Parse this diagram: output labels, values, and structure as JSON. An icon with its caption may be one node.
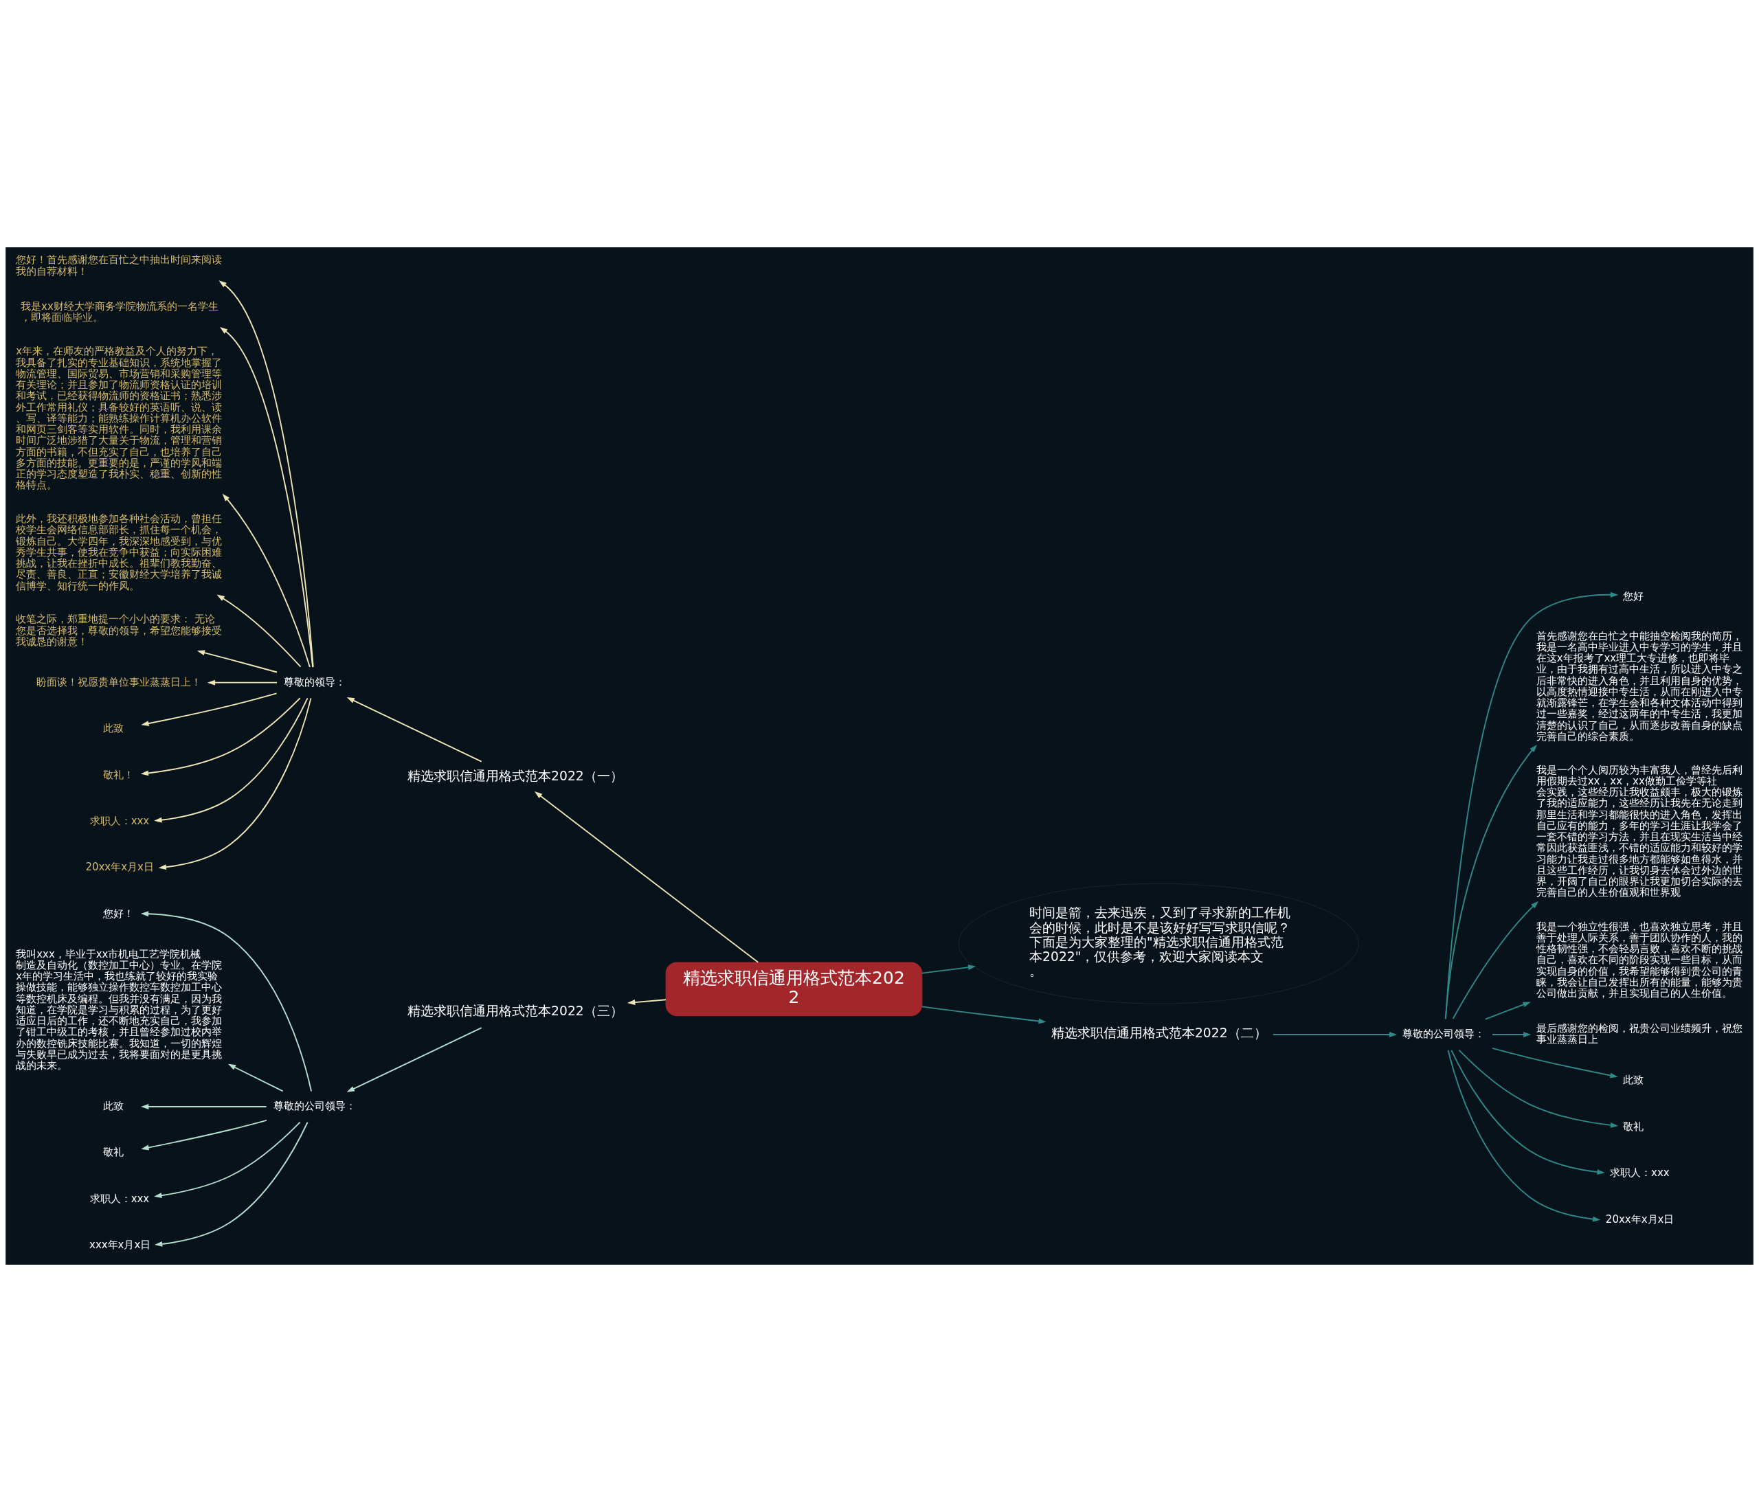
{
  "diagram": {
    "nodes": [
      {
        "text": [
          "精选求职信通用格式范本2022"
        ]
      },
      {
        "text": [
          "精选求职信通用格式范本2022（一）"
        ]
      },
      {
        "text": [
          "尊敬的领导："
        ]
      },
      {
        "text": [
          "您好！首先感谢您在百忙之中抽出时间来阅读我的自荐材料！"
        ]
      },
      {
        "text": [
          "我是xx财经大学商务学院物流系的一名学生，即将面临毕业。"
        ]
      },
      {
        "text": [
          "x年来，在师友的严格教益及个人的努力下，我具备了扎实的专业基础知识，系统地掌握了物流管理、国际贸易、市场营销和采购管理等有关理论；并且参加了物流师资格认证的培训和考试，已经获得物流师的资格证书；熟悉涉外工作常用礼仪；具备较好的英语听、说、读、写、译等能力；能熟练操作计算机办公软件和网页三剑客等实用软件。同时，我利用课余时间广泛地涉猎了大量关于物流，管理和营销方面的书籍，不但充实了自己，也培养了自己多方面的技能。更重要的是，严谨的学风和端正的学习态度塑造了我朴实、稳重、创新的性格特点。"
        ]
      },
      {
        "text": [
          "此外，我还积极地参加各种社会活动，曾担任校学生会网络信息部部长，抓住每一个机会，锻炼自己。大学四年，我深深地感受到，与优秀学生共事，使我在竞争中获益；向实际困难挑战，让我在挫折中成长。祖辈们教我勤奋、尽责、善良、正直；安徽财经大学培养了我诚信博学、知行统一的作风。"
        ]
      },
      {
        "text": [
          "收笔之际，郑重地提一个小小的要求： 无论您是否选择我，尊敬的领导，希望您能够接受我诚恳的谢意！"
        ]
      },
      {
        "text": [
          "盼面谈！祝愿贵单位事业蒸蒸日上！"
        ]
      },
      {
        "text": [
          "此致"
        ]
      },
      {
        "text": [
          "敬礼！"
        ]
      },
      {
        "text": [
          "求职人：xxx"
        ]
      },
      {
        "text": [
          "20xx年x月x日"
        ]
      },
      {
        "text": [
          "精选求职信通用格式范本2022（三）"
        ]
      },
      {
        "text": [
          "尊敬的公司领导："
        ]
      },
      {
        "text": [
          "您好！"
        ]
      },
      {
        "text": [
          "我叫xxx，毕业于xx市机电工艺学院机械制造及自动化（数控加工中心）专业。在学院x年的学习生活中，我也练就了较好的我实验操做技能，能够独立操作数控车数控加工中心等数控机床及编程。但我并没有满足，因为我知道，在学院是学习与积累的过程，为了更好适应日后的工作，还不断地充实自己，我参加了钳工中级工的考核，并且曾经参加过校内举办的数控铣床技能比赛。我知道，一切的辉煌与失败早已成为过去，我将要面对的是更具挑战的未来。"
        ]
      },
      {
        "text": [
          "此致"
        ]
      },
      {
        "text": [
          "敬礼"
        ]
      },
      {
        "text": [
          "求职人：xxx"
        ]
      },
      {
        "text": [
          "xxx年x月x日"
        ]
      },
      {
        "text": [
          "时间是箭，去来迅疾，又到了寻求新的工作机会的时候，此时是不是该好好写写求职信呢？下面是为大家整理的\"精选求职信通用格式范本2022\"，仅供参考，欢迎大家阅读本文。"
        ]
      },
      {
        "text": [
          "精选求职信通用格式范本2022（二）"
        ]
      },
      {
        "text": [
          "尊敬的公司领导："
        ]
      },
      {
        "text": [
          "您好"
        ]
      },
      {
        "text": [
          "首先感谢您在白忙之中能抽空检阅我的简历，我是一名高中毕业进入中专学习的学生，并且在这x年报考了xx理工大专进修，也即将毕业，由于我拥有过高中生活，所以进入中专之后非常快的进入角色，并且利用自身的优势，以高度热情迎接中专生活，从而在刚进入中专就渐露锋芒，在学生会和各种文体活动中得到过一些嘉奖，经过这两年的中专生活，我更加清楚的认识了自己，从而逐步改善自身的缺点完善自己的综合素质。"
        ]
      },
      {
        "text": [
          "我是一个个人阅历较为丰富我人，曾经先后利用假期去过xx，xx，xx做勤工俭学等社会实践，这些经历让我收益颇丰，极大的锻炼了我的适应能力，这些经历让我先在无论走到那里生活和学习都能很快的进入角色，发挥出自己应有的能力，多年的学习生涯让我学会了一套不错的学习方法，并且在现实生活当中经常因此获益匪浅，不错的适应能力和较好的学习能力让我走过很多地方都能够如鱼得水，并且这些工作经历，让我切身去体会过外边的世界，开阔了自己的眼界让我更加切合实际的去完善自己的人生价值观和世界观"
        ]
      },
      {
        "text": [
          "我是一个独立性很强，也喜欢独立思考，并且善于处理人际关系，善于团队协作的人，我的性格韧性强，不会轻易言败，喜欢不断的挑战自己，喜欢在不同的阶段实现一些目标，从而实现自身的价值，我希望能够得到贵公司的青睐，我会让自己发挥出所有的能量，能够为贵公司做出贡献，并且实现自己的人生价值。"
        ]
      },
      {
        "text": [
          "最后感谢您的检阅，祝贵公司业绩频升，祝您事业蒸蒸日上"
        ]
      },
      {
        "text": [
          "此致"
        ]
      },
      {
        "text": [
          "敬礼"
        ]
      },
      {
        "text": [
          "求职人：xxx"
        ]
      },
      {
        "text": [
          "20xx年x月x日"
        ]
      }
    ],
    "edges": [
      {
        "from": 0,
        "to": 1,
        "arrow": "to",
        "color": "#efe6b8"
      },
      {
        "from": 1,
        "to": 2,
        "arrow": "to",
        "color": "#efe6b8"
      },
      {
        "from": 2,
        "to": 3,
        "arrow": "to",
        "color": "#efe6b8"
      },
      {
        "from": 2,
        "to": 4,
        "arrow": "to",
        "color": "#efe6b8"
      },
      {
        "from": 2,
        "to": 5,
        "arrow": "to",
        "color": "#efe6b8"
      },
      {
        "from": 2,
        "to": 6,
        "arrow": "to",
        "color": "#efe6b8"
      },
      {
        "from": 2,
        "to": 7,
        "arrow": "to",
        "color": "#efe6b8"
      },
      {
        "from": 2,
        "to": 8,
        "arrow": "to",
        "color": "#efe6b8"
      },
      {
        "from": 2,
        "to": 9,
        "arrow": "to",
        "color": "#efe6b8"
      },
      {
        "from": 2,
        "to": 10,
        "arrow": "to",
        "color": "#efe6b8"
      },
      {
        "from": 2,
        "to": 11,
        "arrow": "to",
        "color": "#efe6b8"
      },
      {
        "from": 2,
        "to": 12,
        "arrow": "to",
        "color": "#efe6b8"
      },
      {
        "from": 0,
        "to": 13,
        "arrow": "to",
        "color": "#efe6b8"
      },
      {
        "from": 13,
        "to": 14,
        "arrow": "to",
        "color": "#b4e0d0"
      },
      {
        "from": 14,
        "to": 15,
        "arrow": "to",
        "color": "#b4e0d0"
      },
      {
        "from": 14,
        "to": 16,
        "arrow": "to",
        "color": "#b4e0d0"
      },
      {
        "from": 14,
        "to": 17,
        "arrow": "to",
        "color": "#b4e0d0"
      },
      {
        "from": 14,
        "to": 18,
        "arrow": "to",
        "color": "#b4e0d0"
      },
      {
        "from": 14,
        "to": 19,
        "arrow": "to",
        "color": "#b4e0d0"
      },
      {
        "from": 14,
        "to": 20,
        "arrow": "to",
        "color": "#b4e0d0"
      },
      {
        "from": 0,
        "to": 21,
        "arrow": "to",
        "color": "#2e8b8b"
      },
      {
        "from": 0,
        "to": 22,
        "arrow": "to",
        "color": "#2e8b8b"
      },
      {
        "from": 22,
        "to": 23,
        "arrow": "to",
        "color": "#2e8b8b"
      },
      {
        "from": 23,
        "to": 24,
        "arrow": "to",
        "color": "#2e8b8b"
      },
      {
        "from": 23,
        "to": 25,
        "arrow": "to",
        "color": "#2e8b8b"
      },
      {
        "from": 23,
        "to": 26,
        "arrow": "to",
        "color": "#2e8b8b"
      },
      {
        "from": 23,
        "to": 27,
        "arrow": "to",
        "color": "#2e8b8b"
      },
      {
        "from": 23,
        "to": 28,
        "arrow": "to",
        "color": "#2e8b8b"
      },
      {
        "from": 23,
        "to": 29,
        "arrow": "to",
        "color": "#2e8b8b"
      },
      {
        "from": 23,
        "to": 30,
        "arrow": "to",
        "color": "#2e8b8b"
      },
      {
        "from": 23,
        "to": 31,
        "arrow": "to",
        "color": "#2e8b8b"
      },
      {
        "from": 23,
        "to": 32,
        "arrow": "to",
        "color": "#2e8b8b"
      }
    ]
  }
}
